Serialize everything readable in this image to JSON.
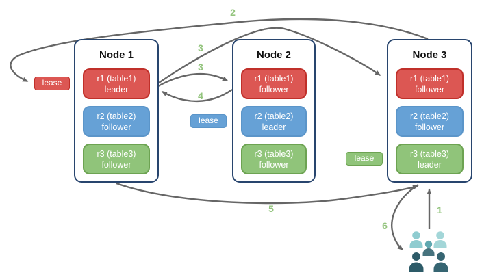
{
  "nodes": [
    {
      "title": "Node 1",
      "replicas": [
        {
          "line1": "r1 (table1)",
          "line2": "leader",
          "color": "red"
        },
        {
          "line1": "r2 (table2)",
          "line2": "follower",
          "color": "blue"
        },
        {
          "line1": "r3 (table3)",
          "line2": "follower",
          "color": "green"
        }
      ]
    },
    {
      "title": "Node 2",
      "replicas": [
        {
          "line1": "r1 (table1)",
          "line2": "follower",
          "color": "red"
        },
        {
          "line1": "r2 (table2)",
          "line2": "leader",
          "color": "blue"
        },
        {
          "line1": "r3 (table3)",
          "line2": "follower",
          "color": "green"
        }
      ]
    },
    {
      "title": "Node 3",
      "replicas": [
        {
          "line1": "r1 (table1)",
          "line2": "follower",
          "color": "red"
        },
        {
          "line1": "r2 (table2)",
          "line2": "follower",
          "color": "blue"
        },
        {
          "line1": "r3 (table3)",
          "line2": "leader",
          "color": "green"
        }
      ]
    }
  ],
  "leases": [
    {
      "label": "lease",
      "color": "red"
    },
    {
      "label": "lease",
      "color": "blue"
    },
    {
      "label": "lease",
      "color": "green"
    }
  ],
  "steps": {
    "s1": "1",
    "s2": "2",
    "s3a": "3",
    "s3b": "3",
    "s4": "4",
    "s5": "5",
    "s6": "6"
  },
  "colors": {
    "node_border": "#28456e",
    "replica_red": "#dc5753",
    "replica_red_border": "#c0302a",
    "replica_blue": "#66a1d6",
    "replica_blue_border": "#5b95c9",
    "replica_green": "#90c47a",
    "replica_green_border": "#6da352",
    "arrow": "#666666",
    "step_label": "#93c47d",
    "users_back": "#8fccd0",
    "users_back2": "#a3d6d8",
    "users_mid_head": "#5fa8b0",
    "users_mid_body": "#47737e",
    "users_front": "#2d5b68",
    "users_front2": "#366572"
  }
}
